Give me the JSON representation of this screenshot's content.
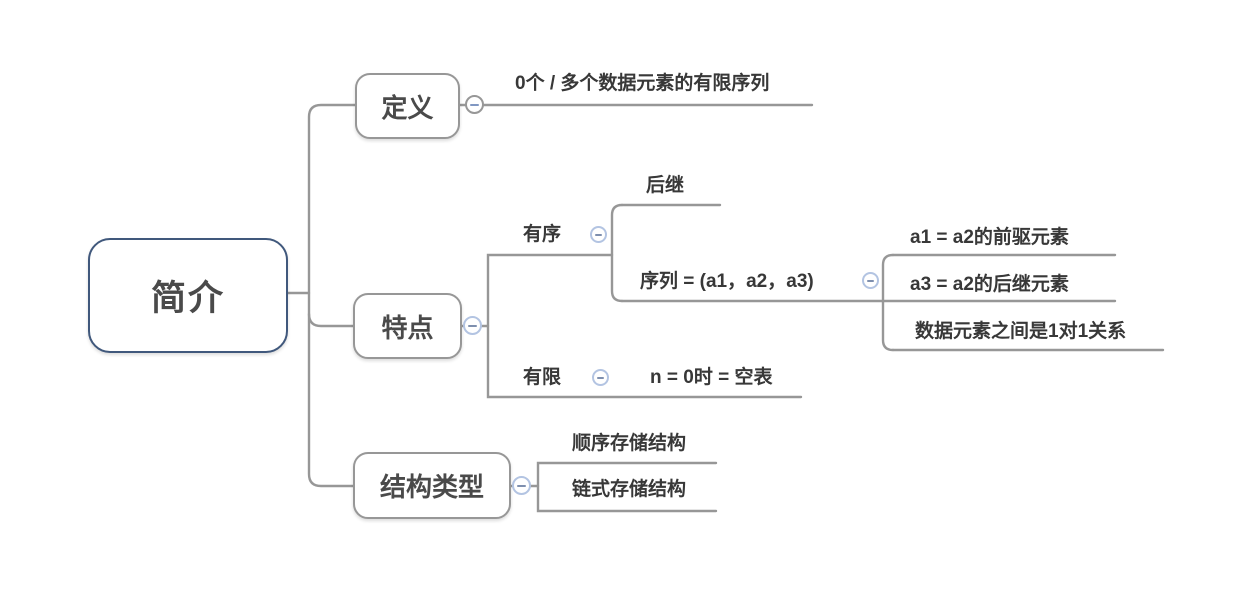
{
  "diagram": {
    "type": "mindmap",
    "colors": {
      "line": "#979797",
      "node_border": "#979797",
      "root_border": "#40587c",
      "text": "#383838",
      "collapse_icon_border": "#b3c4e2",
      "collapse_icon_minus": "#7e8fae"
    },
    "nodes": {
      "root": "简介",
      "definition": "定义",
      "definition_child": "0个 / 多个数据元素的有限序列",
      "features": "特点",
      "ordered": "有序",
      "successor": "后继",
      "sequence": "序列 = (a1，a2，a3)",
      "seq_children": [
        "a1 = a2的前驱元素",
        "a3 = a2的后继元素",
        "数据元素之间是1对1关系"
      ],
      "finite": "有限",
      "finite_child": "n = 0时 = 空表",
      "structure_types": "结构类型",
      "structure_children": [
        "顺序存储结构",
        "链式存储结构"
      ]
    }
  }
}
